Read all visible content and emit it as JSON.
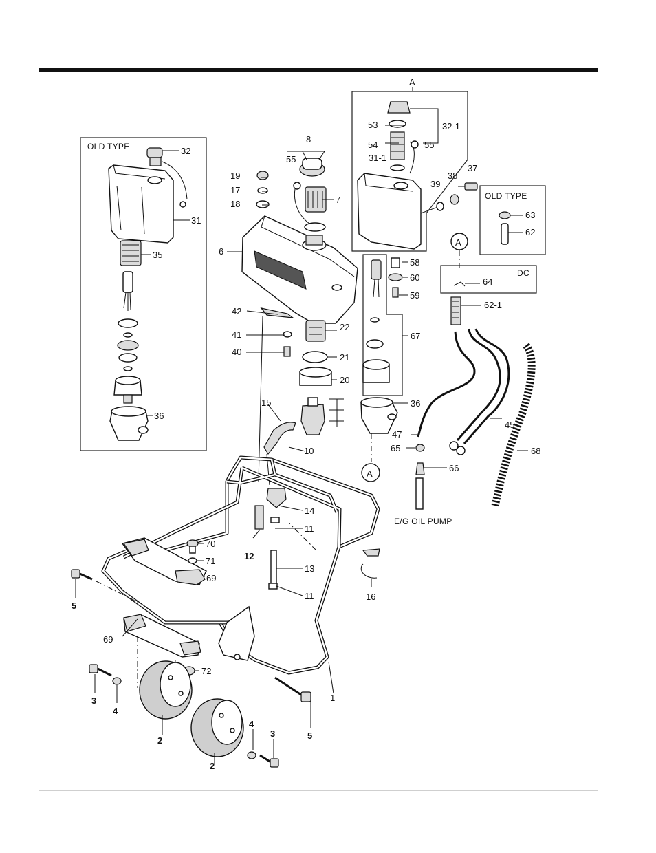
{
  "boxes": {
    "old_type_left": "OLD TYPE",
    "old_type_right": "OLD TYPE",
    "dc": "DC",
    "section_a": "A"
  },
  "captions": {
    "eg_oil_pump": "E/G OIL PUMP",
    "circle_a_top": "A",
    "circle_a_bottom": "A"
  },
  "callouts": {
    "c1": "1",
    "c2a": "2",
    "c2b": "2",
    "c3a": "3",
    "c3b": "3",
    "c4a": "4",
    "c4b": "4",
    "c5a": "5",
    "c5b": "5",
    "c6": "6",
    "c7": "7",
    "c8": "8",
    "c10": "10",
    "c11a": "11",
    "c11b": "11",
    "c12": "12",
    "c13": "13",
    "c14": "14",
    "c15": "15",
    "c16": "16",
    "c17": "17",
    "c18": "18",
    "c19": "19",
    "c20": "20",
    "c21": "21",
    "c22": "22",
    "c31": "31",
    "c31_1": "31-1",
    "c32": "32",
    "c32_1": "32-1",
    "c35": "35",
    "c36a": "36",
    "c36b": "36",
    "c37": "37",
    "c38": "38",
    "c39": "39",
    "c40": "40",
    "c41": "41",
    "c42": "42",
    "c45": "45",
    "c47": "47",
    "c53": "53",
    "c54": "54",
    "c55a": "55",
    "c55b": "55",
    "c58": "58",
    "c59": "59",
    "c60": "60",
    "c62": "62",
    "c62_1": "62-1",
    "c63": "63",
    "c64": "64",
    "c65": "65",
    "c66": "66",
    "c67": "67",
    "c68": "68",
    "c69a": "69",
    "c69b": "69",
    "c70": "70",
    "c71": "71",
    "c72": "72"
  }
}
